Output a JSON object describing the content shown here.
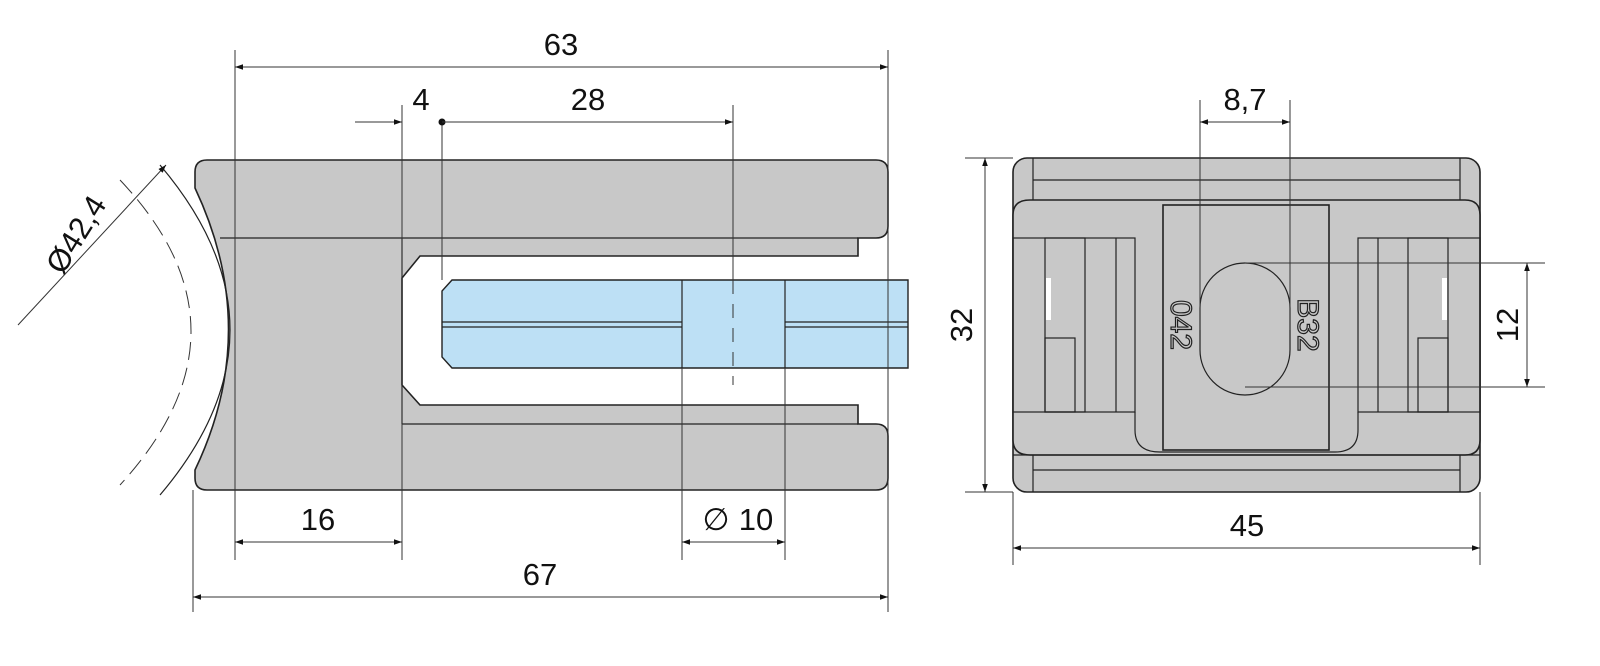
{
  "drawing": {
    "side_view": {
      "dimensions": {
        "overall_top": "63",
        "offset": "4",
        "glass_depth": "28",
        "pipe_diameter": "Ø42,4",
        "base_width": "16",
        "pin_diameter_symbol": "∅",
        "pin_diameter": "10",
        "overall_bottom": "67"
      }
    },
    "front_view": {
      "dimensions": {
        "slot_width": "8,7",
        "height": "32",
        "slot_height": "12",
        "width": "45"
      },
      "markings": {
        "left": "042",
        "right": "B32"
      }
    },
    "colors": {
      "metal": "#c8c8c8",
      "glass": "#bde0f5",
      "line": "#222222"
    }
  }
}
